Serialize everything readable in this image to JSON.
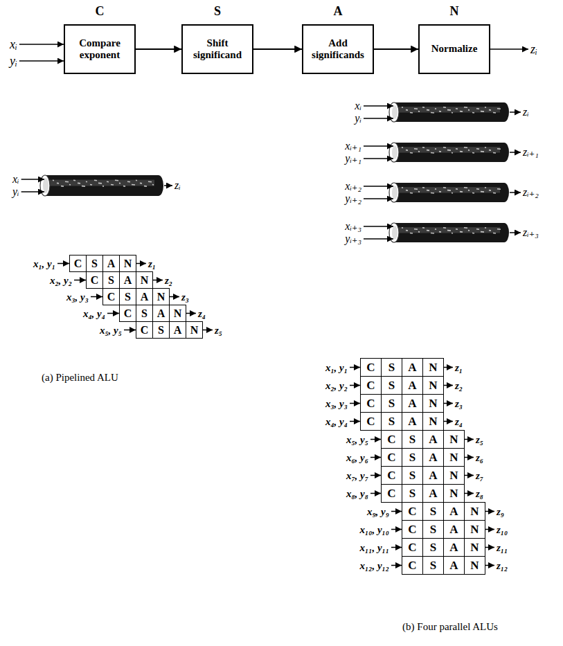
{
  "diagram": {
    "nodes": [
      {
        "text": [
          "C",
          "Compare exponent"
        ]
      },
      {
        "text": [
          "S",
          "Shift significand"
        ]
      },
      {
        "text": [
          "A",
          "Add significands"
        ]
      },
      {
        "text": [
          "N",
          "Normalize"
        ]
      },
      {
        "text": [
          "C"
        ]
      },
      {
        "text": [
          "S"
        ]
      },
      {
        "text": [
          "A"
        ]
      },
      {
        "text": [
          "N"
        ]
      },
      {
        "text": [
          "C"
        ]
      },
      {
        "text": [
          "S"
        ]
      },
      {
        "text": [
          "A"
        ]
      },
      {
        "text": [
          "N"
        ]
      },
      {
        "text": [
          "C"
        ]
      },
      {
        "text": [
          "S"
        ]
      },
      {
        "text": [
          "A"
        ]
      },
      {
        "text": [
          "N"
        ]
      },
      {
        "text": [
          "C"
        ]
      },
      {
        "text": [
          "S"
        ]
      },
      {
        "text": [
          "A"
        ]
      },
      {
        "text": [
          "N"
        ]
      },
      {
        "text": [
          "C"
        ]
      },
      {
        "text": [
          "S"
        ]
      },
      {
        "text": [
          "A"
        ]
      },
      {
        "text": [
          "N"
        ]
      },
      {
        "text": [
          "C"
        ]
      },
      {
        "text": [
          "S"
        ]
      },
      {
        "text": [
          "A"
        ]
      },
      {
        "text": [
          "N"
        ]
      },
      {
        "text": [
          "C"
        ]
      },
      {
        "text": [
          "S"
        ]
      },
      {
        "text": [
          "A"
        ]
      },
      {
        "text": [
          "N"
        ]
      },
      {
        "text": [
          "C"
        ]
      },
      {
        "text": [
          "S"
        ]
      },
      {
        "text": [
          "A"
        ]
      },
      {
        "text": [
          "N"
        ]
      },
      {
        "text": [
          "C"
        ]
      },
      {
        "text": [
          "S"
        ]
      },
      {
        "text": [
          "A"
        ]
      },
      {
        "text": [
          "N"
        ]
      },
      {
        "text": [
          "C"
        ]
      },
      {
        "text": [
          "S"
        ]
      },
      {
        "text": [
          "A"
        ]
      },
      {
        "text": [
          "N"
        ]
      },
      {
        "text": [
          "C"
        ]
      },
      {
        "text": [
          "S"
        ]
      },
      {
        "text": [
          "A"
        ]
      },
      {
        "text": [
          "N"
        ]
      },
      {
        "text": [
          "C"
        ]
      },
      {
        "text": [
          "S"
        ]
      },
      {
        "text": [
          "A"
        ]
      },
      {
        "text": [
          "N"
        ]
      },
      {
        "text": [
          "C"
        ]
      },
      {
        "text": [
          "S"
        ]
      },
      {
        "text": [
          "A"
        ]
      },
      {
        "text": [
          "N"
        ]
      },
      {
        "text": [
          "C"
        ]
      },
      {
        "text": [
          "S"
        ]
      },
      {
        "text": [
          "A"
        ]
      },
      {
        "text": [
          "N"
        ]
      },
      {
        "text": [
          "C"
        ]
      },
      {
        "text": [
          "S"
        ]
      },
      {
        "text": [
          "A"
        ]
      },
      {
        "text": [
          "N"
        ]
      },
      {
        "text": [
          "C"
        ]
      },
      {
        "text": [
          "S"
        ]
      },
      {
        "text": [
          "A"
        ]
      },
      {
        "text": [
          "N"
        ]
      },
      {
        "text": [
          "C"
        ]
      },
      {
        "text": [
          "S"
        ]
      },
      {
        "text": [
          "A"
        ]
      },
      {
        "text": [
          "N"
        ]
      }
    ],
    "edges": [
      {
        "from": 0,
        "to": 1,
        "arrow": "to"
      },
      {
        "from": 1,
        "to": 2,
        "arrow": "to"
      },
      {
        "from": 2,
        "to": 3,
        "arrow": "to"
      }
    ],
    "labels": [
      "xᵢ",
      "yᵢ",
      "zᵢ",
      "xᵢ",
      "yᵢ",
      "zᵢ",
      "xᵢ",
      "yᵢ",
      "zᵢ",
      "xᵢ₊₁",
      "yᵢ₊₁",
      "zᵢ₊₁",
      "xᵢ₊₂",
      "yᵢ₊₂",
      "zᵢ₊₂",
      "xᵢ₊₃",
      "yᵢ₊₃",
      "zᵢ₊₃",
      "x₁, y₁",
      "z₁",
      "x₂, y₂",
      "z₂",
      "x₃, y₃",
      "z₃",
      "x₄, y₄",
      "z₄",
      "x₅, y₅",
      "z₅",
      "(a) Pipelined ALU",
      "x₁, y₁",
      "z₁",
      "x₂, y₂",
      "z₂",
      "x₃, y₃",
      "z₃",
      "x₄, y₄",
      "z₄",
      "x₅, y₅",
      "z₅",
      "x₆, y₆",
      "z₆",
      "x₇, y₇",
      "z₇",
      "x₈, y₈",
      "z₈",
      "x₉, y₉",
      "z₉",
      "x₁₀, y₁₀",
      "z₁₀",
      "x₁₁, y₁₁",
      "z₁₁",
      "x₁₂, y₁₂",
      "z₁₂",
      "(b) Four parallel ALUs"
    ]
  }
}
